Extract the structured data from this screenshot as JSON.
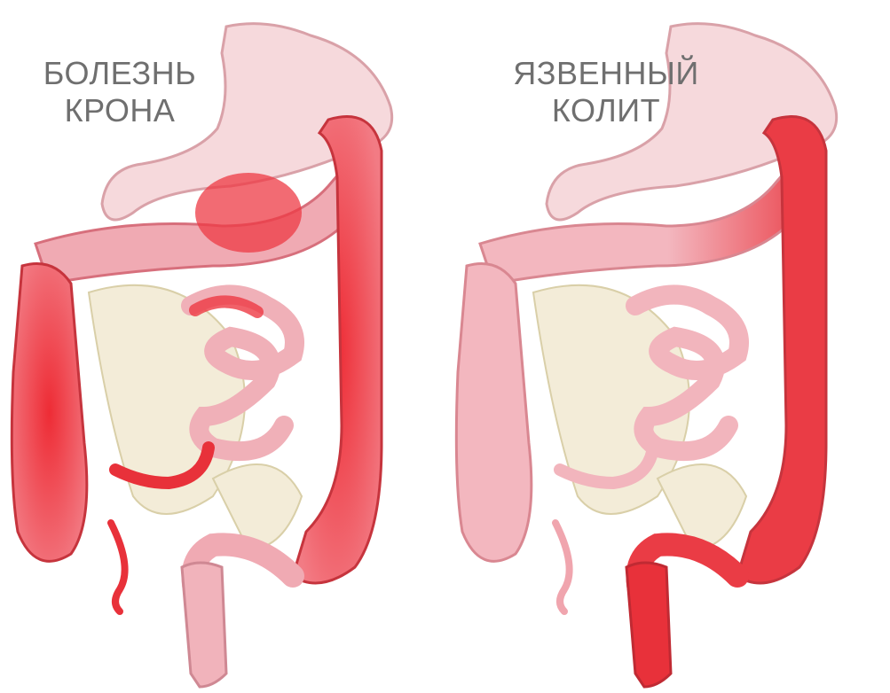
{
  "panels": [
    {
      "caption": {
        "line1": "БОЛЕЗНЬ",
        "line2": "КРОНА"
      },
      "colors": {
        "inflamed": "#e8313a",
        "healthy": "#f1b3bb",
        "stomach": "#f6d9dc",
        "mesentery": "#f3ecd8"
      }
    },
    {
      "caption": {
        "line1": "ЯЗВЕННЫЙ",
        "line2": "КОЛИТ"
      },
      "colors": {
        "inflamed": "#e8313a",
        "healthy": "#f1b3bb",
        "stomach": "#f6d9dc",
        "mesentery": "#f3ecd8"
      }
    }
  ]
}
